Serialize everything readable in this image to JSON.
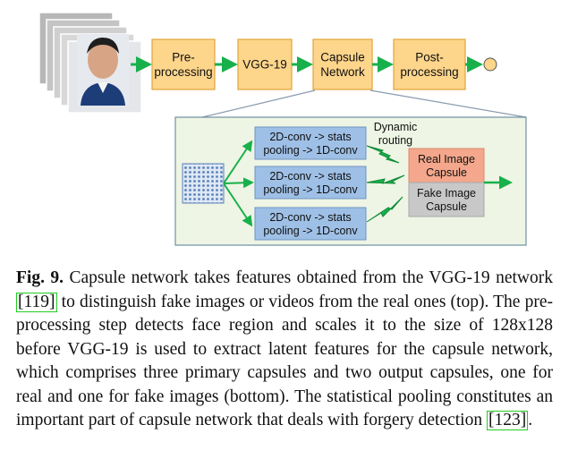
{
  "pipeline": {
    "boxes": [
      "Pre-\nprocessing",
      "VGG-19",
      "Capsule\nNetwork",
      "Post-\nprocessing"
    ]
  },
  "detail": {
    "primary_capsules": [
      "2D-conv -> stats\npooling -> 1D-conv",
      "2D-conv -> stats\npooling -> 1D-conv",
      "2D-conv -> stats\npooling -> 1D-conv"
    ],
    "routing_label": "Dynamic\nrouting",
    "real_capsule": "Real Image\nCapsule",
    "fake_capsule": "Fake Image\nCapsule"
  },
  "caption": {
    "label": "Fig. 9.",
    "text_1": " Capsule network takes features obtained from the VGG-19 network ",
    "cite_1": "[119]",
    "text_2": " to distinguish fake images or videos from the real ones (top). The pre-processing step detects face region and scales it to the size of 128x128 before VGG-19 is used to extract latent features for the capsule network, which comprises three primary capsules and two output capsules, one for real and one for fake images (bottom). The statistical pooling constitutes an important part of capsule network that deals with forgery detection ",
    "cite_2": "[123]",
    "text_3": "."
  },
  "colors": {
    "orange_box": "#fdd58b",
    "orange_border": "#e0a53a",
    "arrow_green": "#18b04b",
    "detail_bg": "#eef5e4",
    "blue_box": "#9fc0e6",
    "real_box": "#f4a78c",
    "fake_box": "#c8c8c8"
  }
}
